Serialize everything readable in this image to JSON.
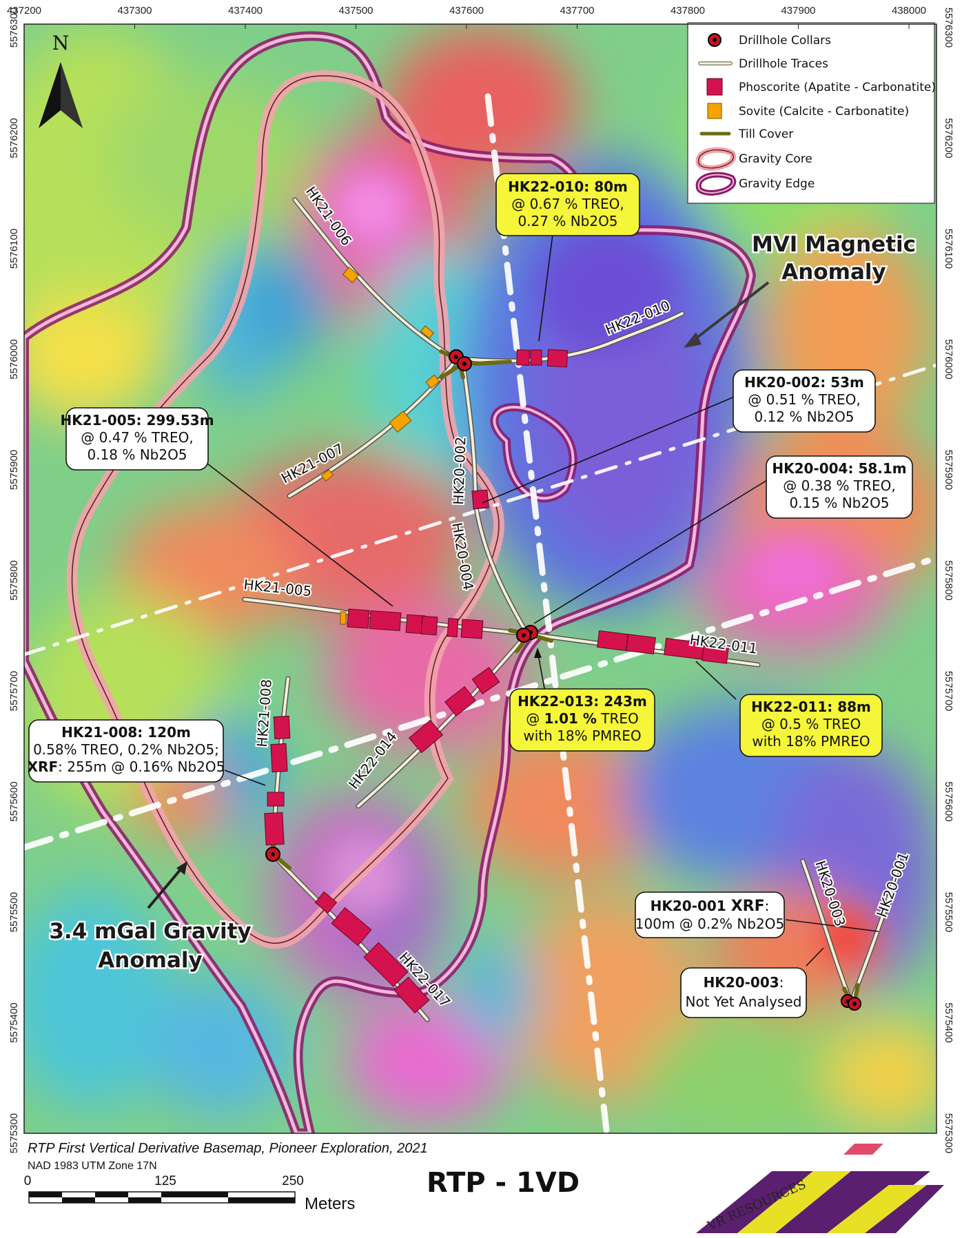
{
  "axes": {
    "x_ticks": [
      "437200",
      "437300",
      "437400",
      "437500",
      "437600",
      "437700",
      "437800",
      "437900",
      "438000"
    ],
    "y_ticks_left": [
      "5576300",
      "5576200",
      "5576100",
      "5576000",
      "5575900",
      "5575800",
      "5575700",
      "5575600",
      "5575500",
      "5575400",
      "5575300"
    ],
    "y_ticks_right": [
      "5576300",
      "5576200",
      "5576100",
      "5576000",
      "5575900",
      "5575800",
      "5575700",
      "5575600",
      "5575500",
      "5575400",
      "5575300"
    ]
  },
  "north_arrow": {
    "label": "N",
    "icon": "north-arrow-icon"
  },
  "legend": {
    "items": [
      {
        "label": "Drillhole Collars",
        "icon": "collar-icon",
        "color": "#cc1122"
      },
      {
        "label": "Drillhole Traces",
        "icon": "trace-icon",
        "color": "#f5f0d8"
      },
      {
        "label": "Phoscorite (Apatite - Carbonatite)",
        "icon": "phoscorite-swatch",
        "color": "#d4124e"
      },
      {
        "label": "Sovite (Calcite - Carbonatite)",
        "icon": "sovite-swatch",
        "color": "#f5a300"
      },
      {
        "label": "Till Cover",
        "icon": "till-cover-icon",
        "color": "#6b6b12"
      },
      {
        "label": "Gravity Core",
        "icon": "gravity-core-icon",
        "color": "#f4a0a8"
      },
      {
        "label": "Gravity Edge",
        "icon": "gravity-edge-icon",
        "color": "#8b1a6b"
      }
    ]
  },
  "hole_labels": {
    "hk21_006": "HK21-006",
    "hk22_010": "HK22-010",
    "hk21_007": "HK21-007",
    "hk20_002": "HK20-002",
    "hk20_004": "HK20-004",
    "hk21_005": "HK21-005",
    "hk22_011": "HK22-011",
    "hk21_008": "HK21-008",
    "hk22_014": "HK22-014",
    "hk22_017": "HK22-017",
    "hk20_003": "HK20-003",
    "hk20_001": "HK20-001"
  },
  "callouts": {
    "hk22_010": {
      "title": "HK22-010: 80m",
      "line1": "@ 0.67 % TREO,",
      "line2": "0.27 % Nb2O5"
    },
    "hk20_002": {
      "title": "HK20-002: 53m",
      "line1": "@ 0.51 % TREO,",
      "line2": "0.12 % Nb2O5"
    },
    "hk21_005": {
      "title": "HK21-005: 299.53m",
      "line1": "@ 0.47 % TREO,",
      "line2": "0.18 % Nb2O5"
    },
    "hk20_004": {
      "title": "HK20-004: 58.1m",
      "line1": "@ 0.38 % TREO,",
      "line2": "0.15 % Nb2O5"
    },
    "hk22_013": {
      "title": "HK22-013: 243m",
      "line1_pre": "@ ",
      "line1_bold": "1.01 %",
      "line1_post": " TREO",
      "line2": "with 18% PMREO"
    },
    "hk22_011": {
      "title": "HK22-011: 88m",
      "line1": "@ 0.5 % TREO",
      "line2": "with 18% PMREO"
    },
    "hk21_008": {
      "title": "HK21-008: 120m",
      "line1": "0.58% TREO, 0.2% Nb2O5;",
      "line2_bold": "XRF",
      "line2_post": ": 255m @ 0.16% Nb2O5"
    },
    "hk20_001": {
      "title_pre": "HK20-001 ",
      "title_bold": "XRF",
      "title_post": ":",
      "line1": "100m @ 0.2% Nb2O5"
    },
    "hk20_003": {
      "title": "HK20-003",
      "title_post": ":",
      "line1": "Not Yet Analysed"
    }
  },
  "anomalies": {
    "mvi_line1": "MVI Magnetic",
    "mvi_line2": "Anomaly",
    "gravity_line1": "3.4 mGal Gravity",
    "gravity_line2": "Anomaly"
  },
  "footer": {
    "caption": "RTP First Vertical Derivative Basemap, Pioneer Exploration, 2021",
    "projection": "NAD 1983 UTM Zone 17N",
    "scale_labels": [
      "0",
      "125",
      "250"
    ],
    "scale_unit": "Meters",
    "map_title": "RTP - 1VD",
    "logo_text": "VR RESOURCES"
  }
}
